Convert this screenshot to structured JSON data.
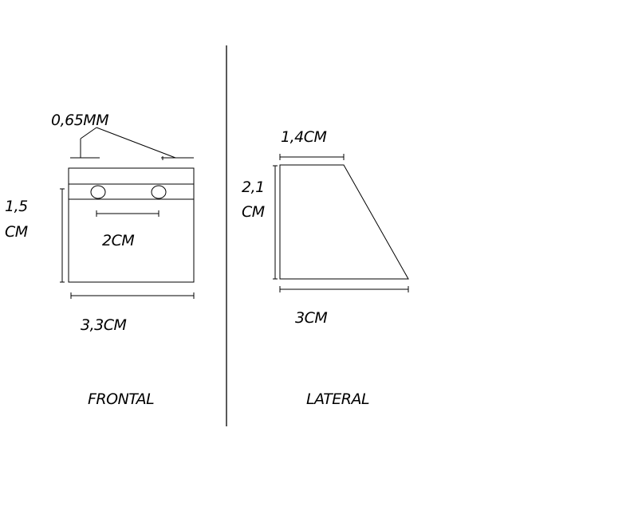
{
  "frontal": {
    "view_label": "FRONTAL",
    "dim_thickness": "0,65MM",
    "dim_height_line1": "1,5",
    "dim_height_line2": "CM",
    "dim_hole_spacing": "2CM",
    "dim_width": "3,3CM"
  },
  "lateral": {
    "view_label": "LATERAL",
    "dim_top": "1,4CM",
    "dim_height_line1": "2,1",
    "dim_height_line2": "CM",
    "dim_base": "3CM"
  },
  "colors": {
    "stroke": "#000000",
    "background": "#ffffff"
  }
}
